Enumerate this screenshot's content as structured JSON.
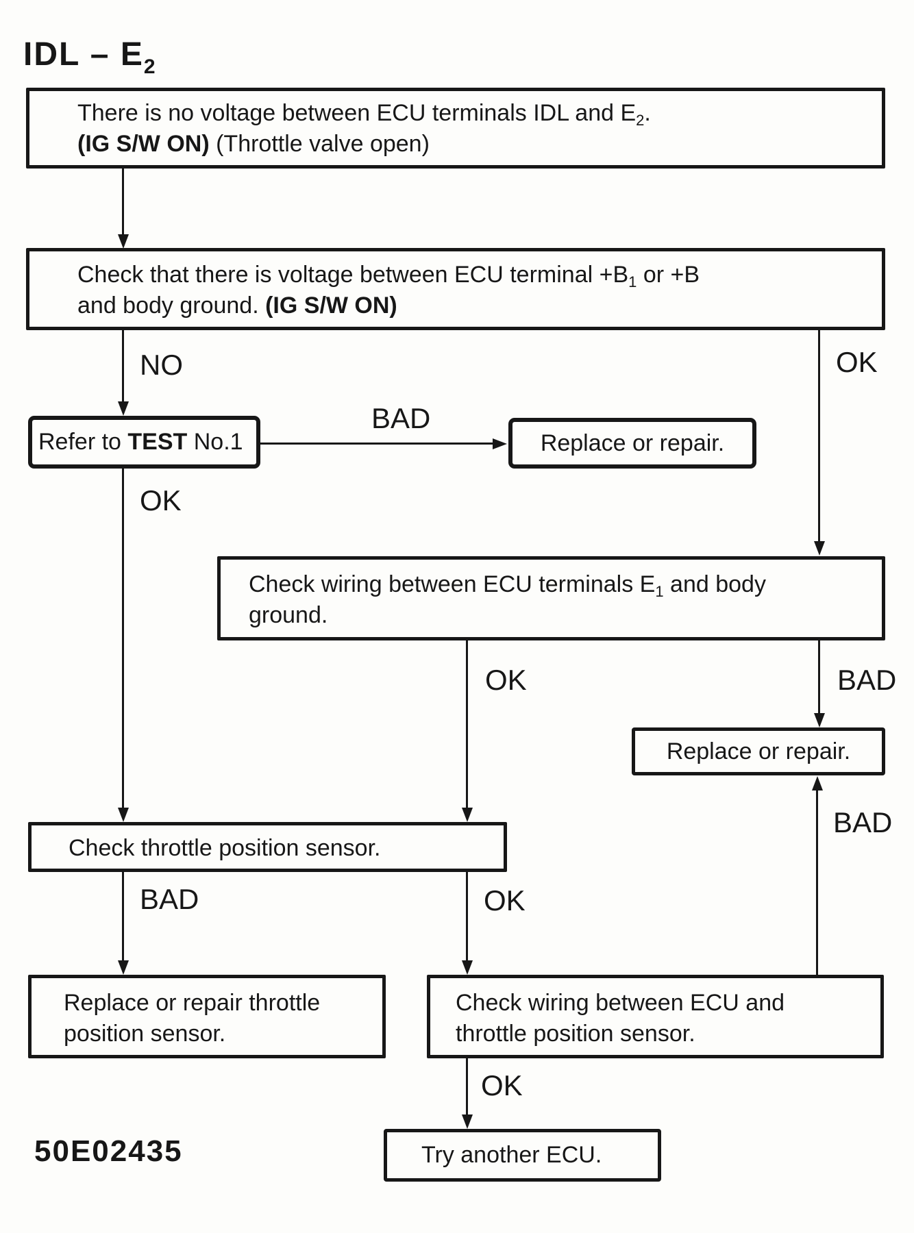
{
  "page": {
    "title_pre": "IDL – E",
    "title_sub": "2",
    "figure_code": "50E02435"
  },
  "flowchart": {
    "nodes": {
      "start": {
        "l1_pre": "There is no voltage between ECU terminals IDL and E",
        "l1_sub": "2",
        "l1_post": ".",
        "l2_bold": "(IG S/W ON)",
        "l2_rest": " (Throttle valve open)"
      },
      "check_b_voltage": {
        "l1_pre": "Check that there is voltage between ECU terminal +B",
        "l1_sub": "1",
        "l1_post": " or +B",
        "l2_rest": "and body ground. ",
        "l2_bold": "(IG S/W ON)"
      },
      "refer_test_no1": {
        "pre": "Refer to ",
        "bold": "TEST",
        "post": " No.1"
      },
      "replace_or_repair_top": {
        "text": "Replace or repair."
      },
      "check_e1_wiring": {
        "l1_pre": "Check wiring between ECU terminals E",
        "l1_sub": "1",
        "l1_post": " and body",
        "l2": "ground."
      },
      "replace_or_repair_right": {
        "text": "Replace or repair."
      },
      "check_tps": {
        "text": "Check throttle position sensor."
      },
      "replace_tps": {
        "l1": "Replace or repair throttle",
        "l2": "position sensor."
      },
      "check_ecu_tps_wiring": {
        "l1": "Check wiring between ECU and",
        "l2": "throttle position sensor."
      },
      "try_another_ecu": {
        "text": "Try another ECU."
      }
    },
    "edges": [
      {
        "from": "start",
        "to": "check_b_voltage",
        "label": ""
      },
      {
        "from": "check_b_voltage",
        "to": "refer_test_no1",
        "label": "NO"
      },
      {
        "from": "check_b_voltage",
        "to": "check_e1_wiring",
        "label": "OK"
      },
      {
        "from": "refer_test_no1",
        "to": "replace_or_repair_top",
        "label": "BAD"
      },
      {
        "from": "refer_test_no1",
        "to": "check_tps",
        "label": "OK"
      },
      {
        "from": "check_e1_wiring",
        "to": "check_tps",
        "label": "OK"
      },
      {
        "from": "check_e1_wiring",
        "to": "replace_or_repair_right",
        "label": "BAD"
      },
      {
        "from": "check_tps",
        "to": "replace_tps",
        "label": "BAD"
      },
      {
        "from": "check_tps",
        "to": "check_ecu_tps_wiring",
        "label": "OK"
      },
      {
        "from": "check_ecu_tps_wiring",
        "to": "replace_or_repair_right",
        "label": "BAD"
      },
      {
        "from": "check_ecu_tps_wiring",
        "to": "try_another_ecu",
        "label": "OK"
      }
    ],
    "colors": {
      "ink": "#171717",
      "paper": "#fdfdfb"
    }
  }
}
